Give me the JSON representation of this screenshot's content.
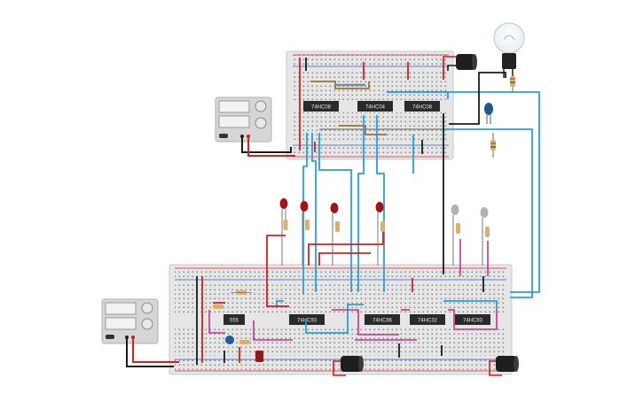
{
  "canvas": {
    "background": "#ffffff"
  },
  "colors": {
    "board": "#e6e6e6",
    "board_edge": "#c8c8c8",
    "hole": "#8a8a8a",
    "rail_red": "#d8262b",
    "rail_blue": "#2b62c6",
    "chip": "#2a2a2a",
    "wire_red": "#d0201f",
    "wire_black": "#1a1a1a",
    "wire_blue": "#2aa0d6",
    "wire_magenta": "#c8328c",
    "wire_brown": "#a0703a",
    "wire_orange": "#c87a28",
    "led_red": "#a3141a",
    "led_gray": "#b0b0b0",
    "psu_body": "#d6d6d6",
    "psu_screen": "#f2f2f2"
  },
  "top_board": {
    "chips": [
      {
        "label": "74HC08"
      },
      {
        "label": "74HC04"
      },
      {
        "label": "74HC08"
      }
    ],
    "components": [
      "lightbulb-icon",
      "buzzer-icon",
      "capacitor-icon"
    ]
  },
  "bottom_board": {
    "chips": [
      {
        "label": "555"
      },
      {
        "label": "74HC93"
      },
      {
        "label": "74HC86"
      },
      {
        "label": "74HC32"
      },
      {
        "label": "74HC93"
      }
    ],
    "leds": [
      "red",
      "red",
      "red",
      "red",
      "gray",
      "gray"
    ],
    "components": [
      "buzzer-icon",
      "buzzer-icon",
      "capacitor-icon",
      "capacitor-icon"
    ]
  },
  "power_supplies": [
    {
      "name": "top-psu"
    },
    {
      "name": "bottom-psu"
    }
  ]
}
